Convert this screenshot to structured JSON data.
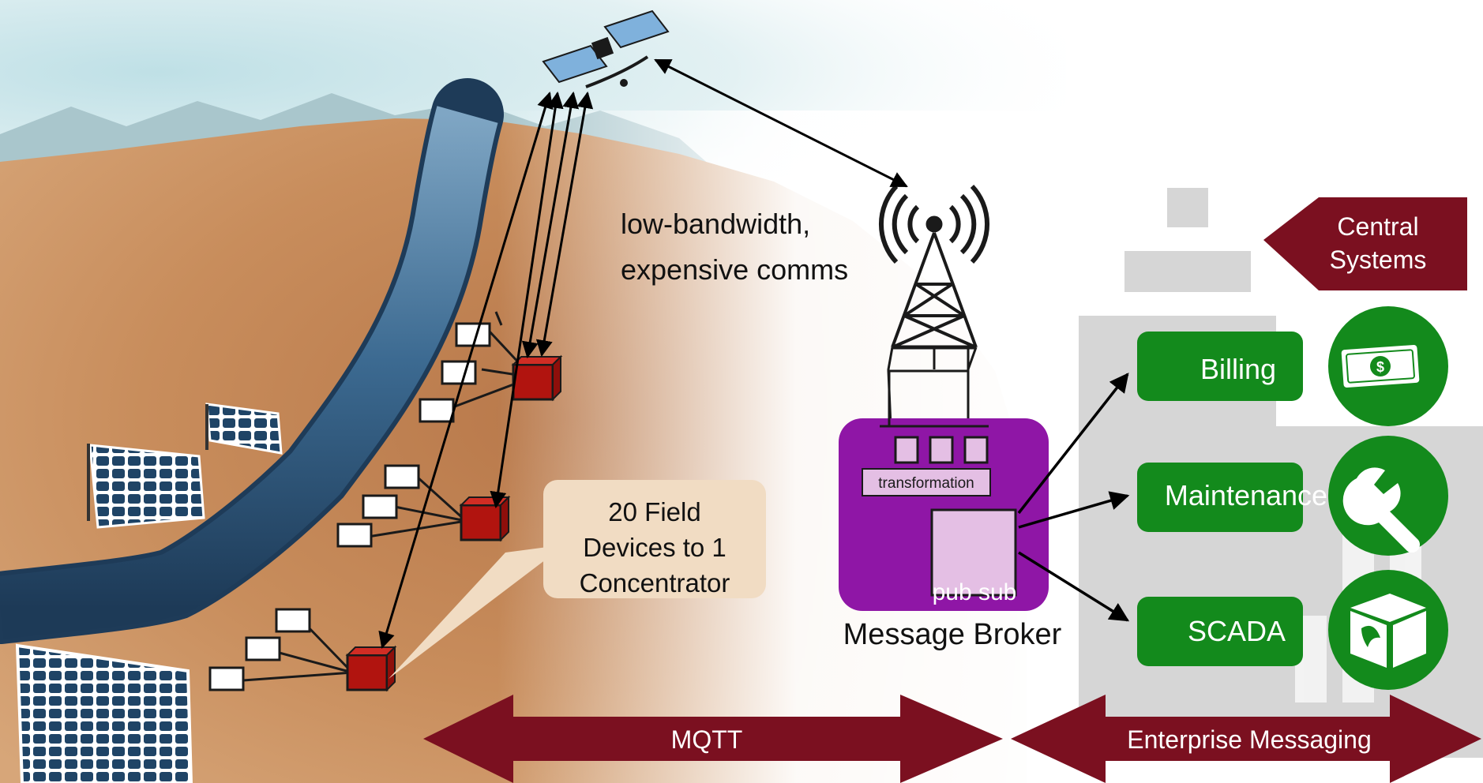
{
  "annotation": {
    "line1": "low-bandwidth,",
    "line2": "expensive comms"
  },
  "callout": {
    "line1": "20 Field",
    "line2": "Devices to 1",
    "line3": "Concentrator"
  },
  "broker": {
    "transformation_label": "transformation",
    "pubsub_label": "pub sub",
    "caption": "Message Broker"
  },
  "central": {
    "line1": "Central",
    "line2": "Systems"
  },
  "systems": {
    "billing": "Billing",
    "maintenance": "Maintenance",
    "scada": "SCADA"
  },
  "arrows": {
    "mqtt": "MQTT",
    "enterprise": "Enterprise Messaging"
  },
  "icons": {
    "billing": "money-icon",
    "maintenance": "wrench-icon",
    "scada": "cube-icon"
  },
  "colors": {
    "maroon": "#7b1020",
    "green": "#138a1c",
    "broker_purple": "#8f16a6",
    "broker_light": "#e4bfe4",
    "concentrator_red": "#b1140f",
    "callout_bg": "#f1dcc3"
  }
}
